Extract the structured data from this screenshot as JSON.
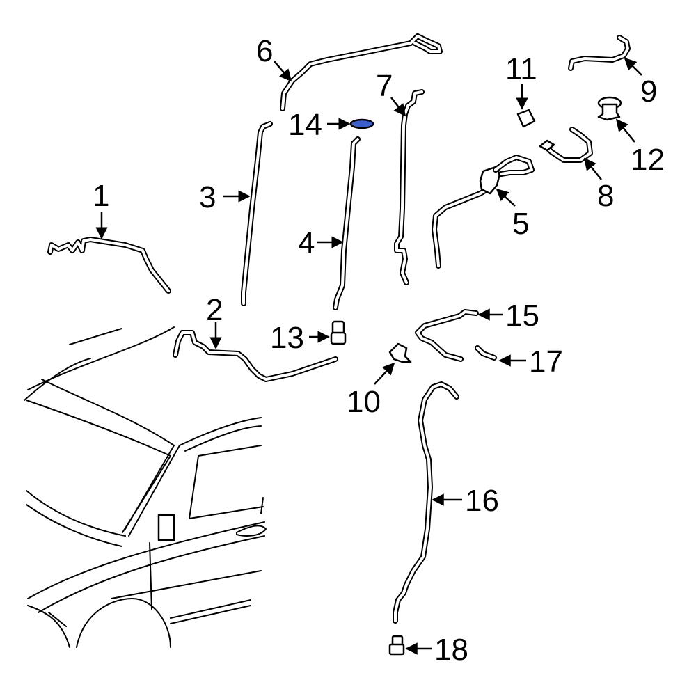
{
  "callouts": {
    "c1": "1",
    "c2": "2",
    "c3": "3",
    "c4": "4",
    "c5": "5",
    "c6": "6",
    "c7": "7",
    "c8": "8",
    "c9": "9",
    "c10": "10",
    "c11": "11",
    "c12": "12",
    "c13": "13",
    "c14": "14",
    "c15": "15",
    "c16": "16",
    "c17": "17",
    "c18": "18"
  },
  "colors": {
    "highlight": "#3a5fc8",
    "line": "#000000",
    "background": "#ffffff"
  }
}
